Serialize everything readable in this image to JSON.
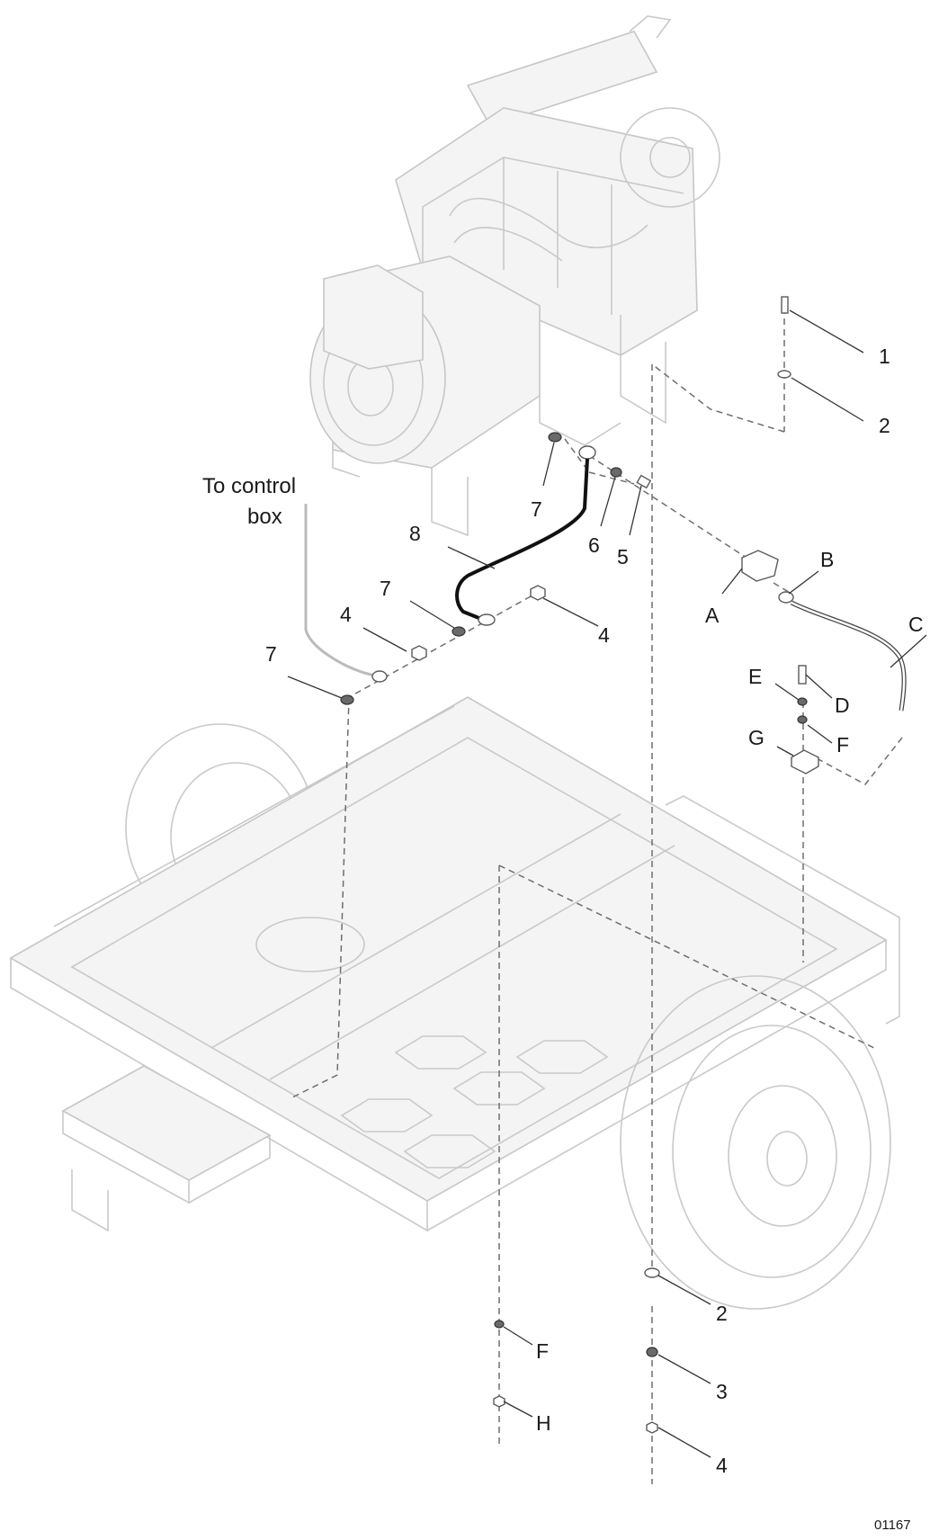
{
  "annotation": {
    "line1": "To control",
    "line2": "box"
  },
  "figure_number": "01167",
  "callouts": [
    {
      "id": "c1",
      "text": "1"
    },
    {
      "id": "c2a",
      "text": "2"
    },
    {
      "id": "c7a",
      "text": "7"
    },
    {
      "id": "c6",
      "text": "6"
    },
    {
      "id": "c5",
      "text": "5"
    },
    {
      "id": "c8",
      "text": "8"
    },
    {
      "id": "c7b",
      "text": "7"
    },
    {
      "id": "c4a",
      "text": "4"
    },
    {
      "id": "c4b",
      "text": "4"
    },
    {
      "id": "c7c",
      "text": "7"
    },
    {
      "id": "cA",
      "text": "A"
    },
    {
      "id": "cB",
      "text": "B"
    },
    {
      "id": "cC",
      "text": "C"
    },
    {
      "id": "cE",
      "text": "E"
    },
    {
      "id": "cD",
      "text": "D"
    },
    {
      "id": "cG",
      "text": "G"
    },
    {
      "id": "cF1",
      "text": "F"
    },
    {
      "id": "cF2",
      "text": "F"
    },
    {
      "id": "cH",
      "text": "H"
    },
    {
      "id": "c2b",
      "text": "2"
    },
    {
      "id": "c3",
      "text": "3"
    },
    {
      "id": "c4c",
      "text": "4"
    }
  ]
}
